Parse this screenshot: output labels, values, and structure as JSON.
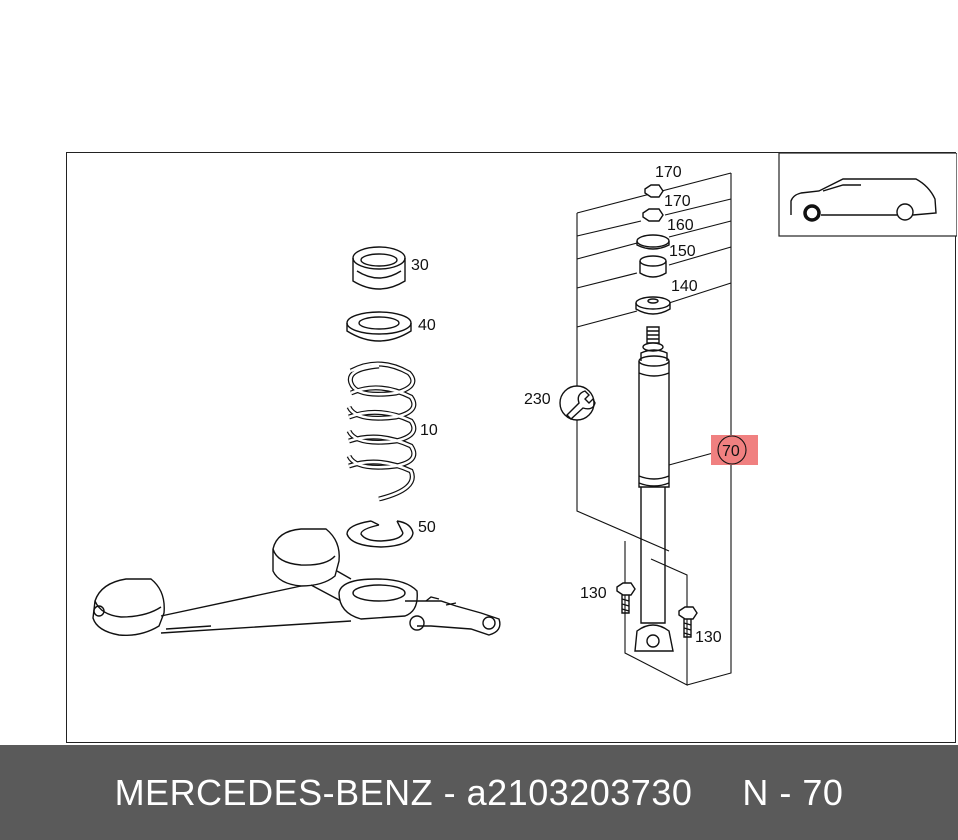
{
  "callouts": {
    "spring": "10",
    "spring_seat_upper": "30",
    "spring_pad": "40",
    "spring_seat_lower": "50",
    "shock_absorber": "70",
    "bolt_left": "130",
    "bolt_right": "130",
    "bump_stop": "140",
    "bushing": "150",
    "washer": "160",
    "nut_upper": "170",
    "nut_lower": "170",
    "tool": "230"
  },
  "highlighted_part": "70",
  "colors": {
    "highlight": "#f08080",
    "footer_bg": "#5a5a5a",
    "footer_text": "#ffffff"
  },
  "icons": [
    "car-icon",
    "wrench-icon"
  ],
  "footer": {
    "brand": "MERCEDES-BENZ",
    "separator": "-",
    "part_number": "a2103203730",
    "position_label": "N - 70"
  }
}
